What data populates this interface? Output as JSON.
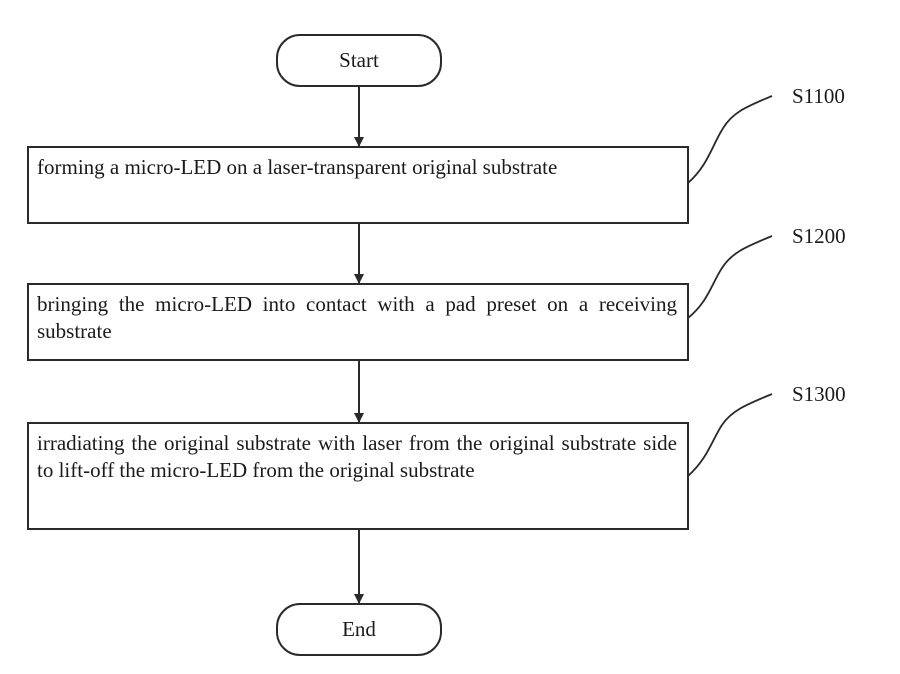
{
  "start": {
    "label": "Start"
  },
  "end": {
    "label": "End"
  },
  "steps": [
    {
      "id": "S1100",
      "text": "forming a micro-LED on a laser-transparent original substrate"
    },
    {
      "id": "S1200",
      "text": "bringing the micro-LED into contact with a pad preset on a receiving substrate"
    },
    {
      "id": "S1300",
      "text": "irradiating the original substrate with laser from the original substrate side to lift-off the micro-LED from the original substrate"
    }
  ]
}
